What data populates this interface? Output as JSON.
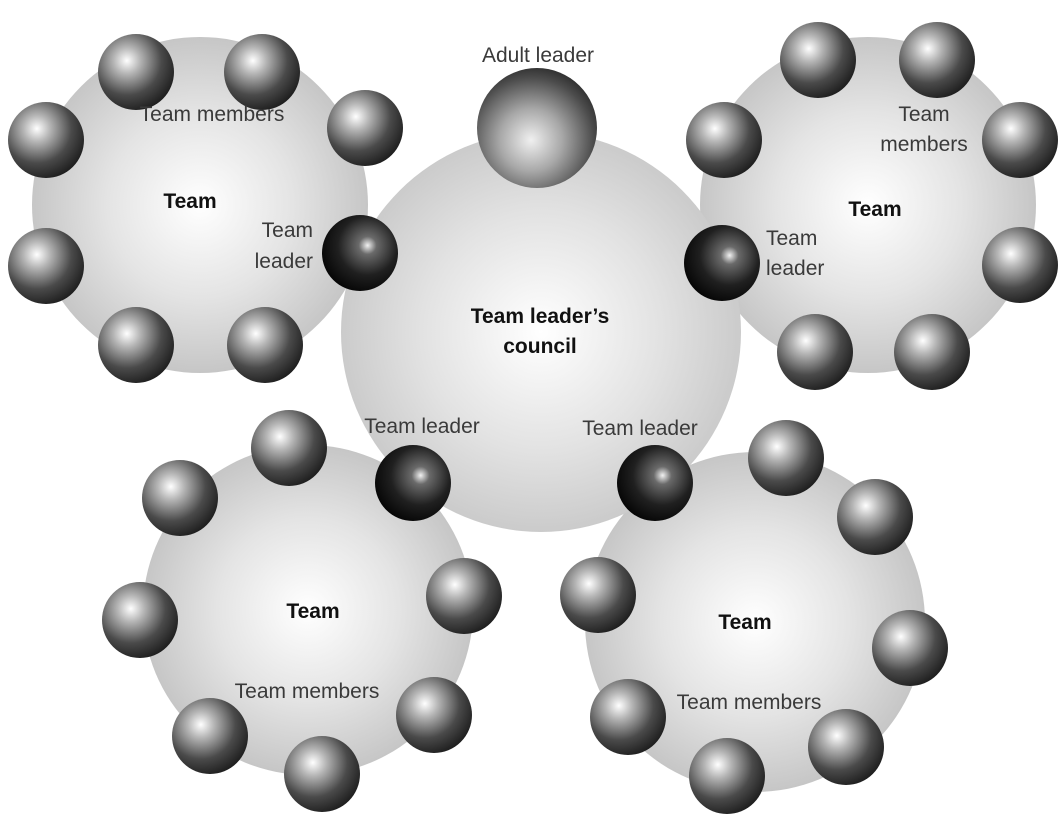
{
  "adult_leader": {
    "label": "Adult leader"
  },
  "council": {
    "line1": "Team leader’s",
    "line2": "council"
  },
  "teams": {
    "top_left": {
      "name": "Team",
      "members": "Team members",
      "leader_line1": "Team",
      "leader_line2": "leader"
    },
    "top_right": {
      "name": "Team",
      "members_line1": "Team",
      "members_line2": "members",
      "leader_line1": "Team",
      "leader_line2": "leader"
    },
    "bottom_left": {
      "name": "Team",
      "members": "Team members",
      "leader": "Team leader"
    },
    "bottom_right": {
      "name": "Team",
      "members": "Team members",
      "leader": "Team leader"
    }
  }
}
